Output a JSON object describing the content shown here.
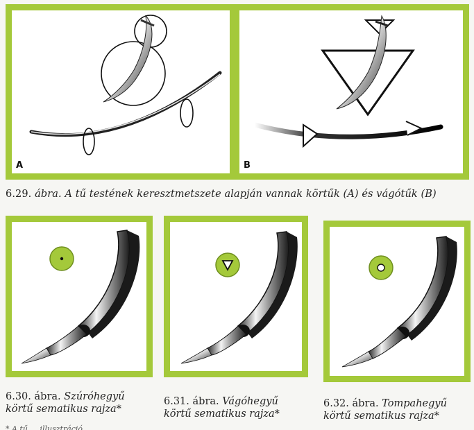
{
  "top_panels": [
    {
      "letter": "A"
    },
    {
      "letter": "B"
    }
  ],
  "main_caption": {
    "number": "6.29.",
    "text": "ábra. A tű testének keresztmetszete alapján vannak körtűk (A) és vágótűk (B)"
  },
  "bottom_figures": [
    {
      "number": "6.30.",
      "word": "ábra.",
      "title": "Szúróhegyű",
      "line2": "körtű sematikus rajza*",
      "cross_section": "round-dot",
      "accent": "#a4c93a"
    },
    {
      "number": "6.31.",
      "word": "ábra.",
      "title": "Vágóhegyű",
      "line2": "körtű sematikus rajza*",
      "cross_section": "triangle",
      "accent": "#a4c93a"
    },
    {
      "number": "6.32.",
      "word": "ábra.",
      "title": "Tompahegyű",
      "line2": "körtű sematikus rajza*",
      "cross_section": "ring",
      "accent": "#a4c93a"
    }
  ],
  "footnote": "* A tű ... illusztráció"
}
